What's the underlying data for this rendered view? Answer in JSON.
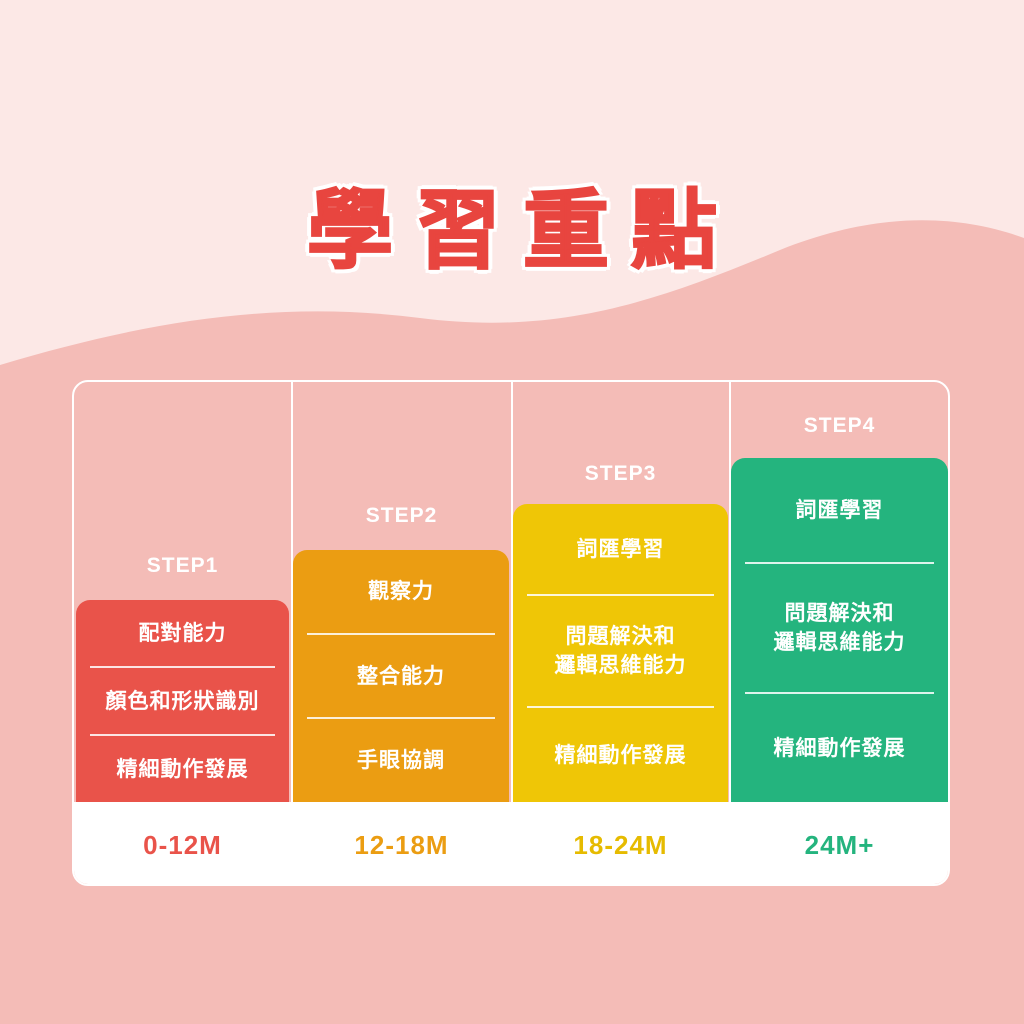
{
  "title": "學習重點",
  "colors": {
    "background": "#fce8e6",
    "wave": "#f4bcb7",
    "step1": "#e9534a",
    "step2": "#eb9d12",
    "step3": "#efc606",
    "step4": "#24b47e"
  },
  "steps": [
    {
      "label": "STEP1",
      "age": "0-12M",
      "items": [
        "配對能力",
        "顏色和形狀識別",
        "精細動作發展"
      ]
    },
    {
      "label": "STEP2",
      "age": "12-18M",
      "items": [
        "觀察力",
        "整合能力",
        "手眼協調"
      ]
    },
    {
      "label": "STEP3",
      "age": "18-24M",
      "items": [
        "詞匯學習",
        "問題解決和\n邏輯思維能力",
        "精細動作發展"
      ]
    },
    {
      "label": "STEP4",
      "age": "24M+",
      "items": [
        "詞匯學習",
        "問題解決和\n邏輯思維能力",
        "精細動作發展"
      ]
    }
  ]
}
